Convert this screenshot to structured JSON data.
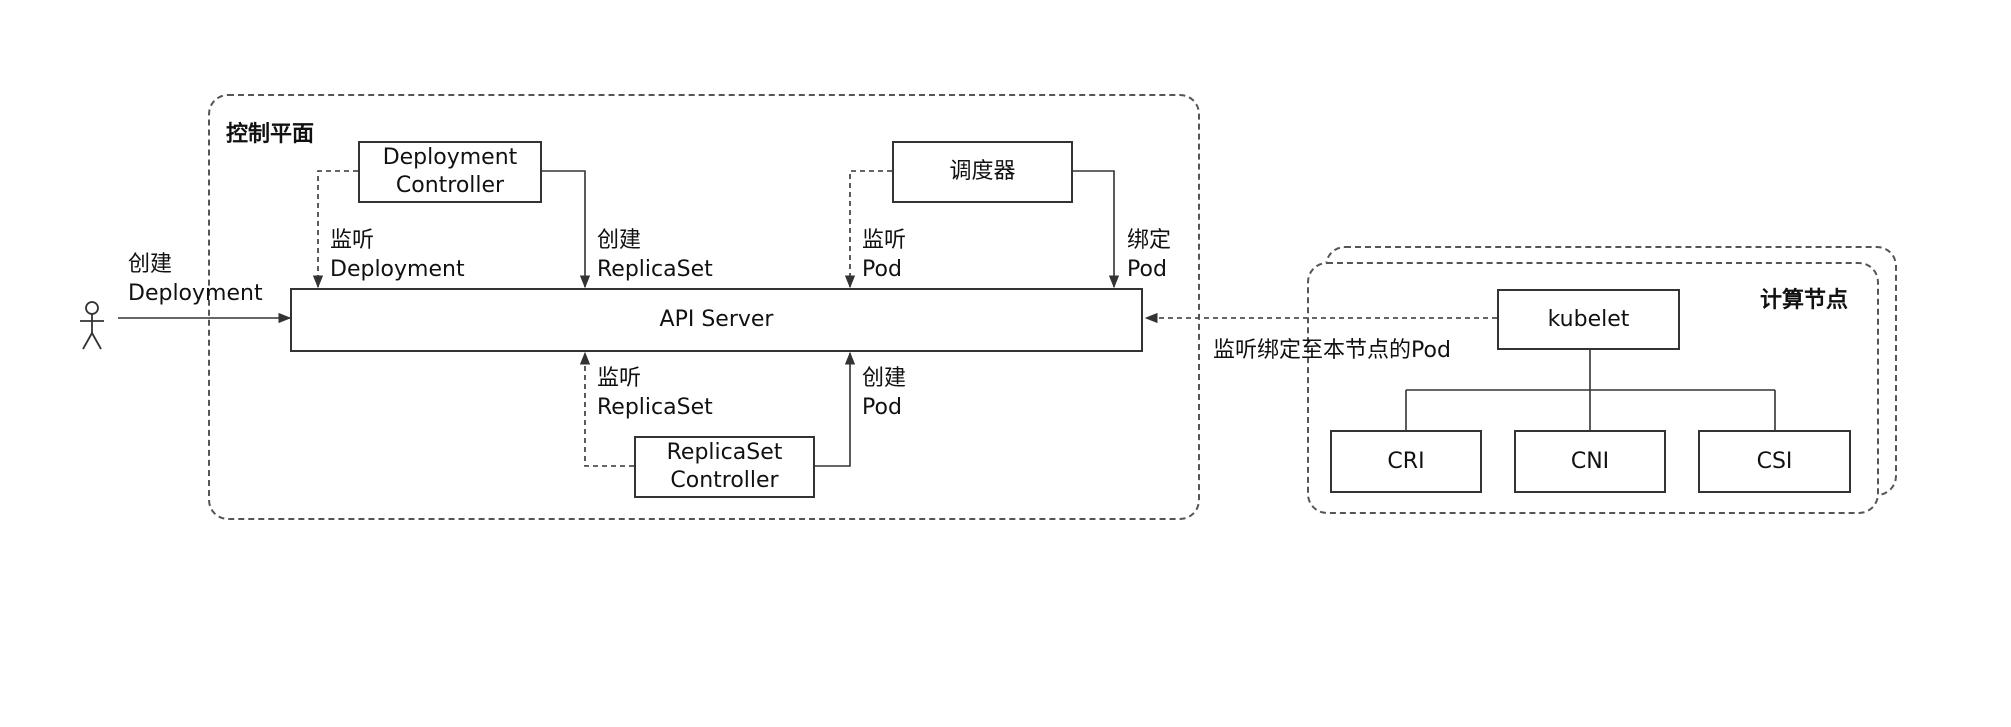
{
  "control_plane": {
    "title": "控制平面"
  },
  "compute_node": {
    "title": "计算节点"
  },
  "components": {
    "deployment_controller": [
      "Deployment",
      "Controller"
    ],
    "scheduler": "调度器",
    "api_server": "API Server",
    "replicaset_controller": [
      "ReplicaSet",
      "Controller"
    ],
    "kubelet": "kubelet",
    "cri": "CRI",
    "cni": "CNI",
    "csi": "CSI"
  },
  "edges": {
    "user_create": [
      "创建",
      "Deployment"
    ],
    "watch_deployment": [
      "监听",
      "Deployment"
    ],
    "create_replicaset": [
      "创建",
      "ReplicaSet"
    ],
    "watch_pod": [
      "监听",
      "Pod"
    ],
    "bind_pod": [
      "绑定",
      "Pod"
    ],
    "watch_replicaset": [
      "监听",
      "ReplicaSet"
    ],
    "create_pod": [
      "创建",
      "Pod"
    ],
    "kubelet_watch": "监听绑定至本节点的Pod"
  },
  "colors": {
    "line": "#333333",
    "dashed": "#555555",
    "background": "#ffffff"
  },
  "icons": {
    "user": "stick-figure-user-icon"
  }
}
